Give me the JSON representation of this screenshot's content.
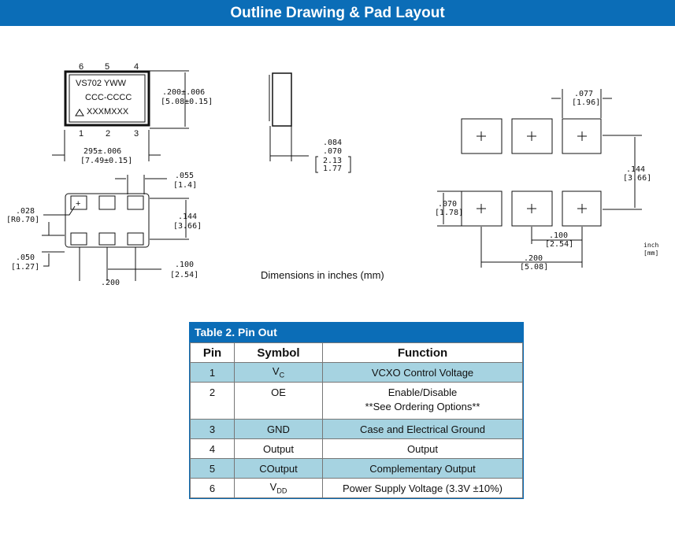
{
  "header": {
    "title": "Outline Drawing & Pad Layout"
  },
  "drawing": {
    "pin_numbers_top": [
      "6",
      "5",
      "4"
    ],
    "pin_numbers_bottom": [
      "1",
      "2",
      "3"
    ],
    "marking": [
      "VS702  YWW",
      "CCC-CCCC",
      "XXXMXXX"
    ],
    "dims": {
      "height_in": ".200±.006",
      "height_mm": "[5.08±0.15]",
      "width_in": "295±.006",
      "width_mm": "[7.49±0.15]",
      "pad_w_in": ".055",
      "pad_w_mm": "[1.4]",
      "pitch_in": ".144",
      "pitch_mm": "[3.66]",
      "radius_in": ".028",
      "radius_mm": "[R0.70]",
      "gap_in": ".050",
      "gap_mm": "[1.27]",
      "pitch2_in": ".100",
      "pitch2_mm": "[2.54]",
      "pitch3_in": ".200",
      "thick_in_max": ".084",
      "thick_in_min": ".070",
      "thick_mm_max": "2.13",
      "thick_mm_min": "1.77"
    },
    "pad_dims": {
      "w_in": ".077",
      "w_mm": "[1.96]",
      "pitch_in": ".144",
      "pitch_mm": "[3.66]",
      "h_in": ".070",
      "h_mm": "[1.78]",
      "p1_in": ".100",
      "p1_mm": "[2.54]",
      "p2_in": ".200",
      "p2_mm": "[5.08]",
      "units1": "inch",
      "units2": "[mm]"
    },
    "note": "Dimensions in inches (mm)"
  },
  "table": {
    "title": "Table 2. Pin Out",
    "headers": [
      "Pin",
      "Symbol",
      "Function"
    ],
    "rows": [
      {
        "pin": "1",
        "sym": "V",
        "sub": "C",
        "func": "VCXO Control Voltage"
      },
      {
        "pin": "2",
        "sym": "OE",
        "func": "Enable/Disable",
        "func2": "**See Ordering Options**"
      },
      {
        "pin": "3",
        "sym": "GND",
        "func": "Case and Electrical Ground"
      },
      {
        "pin": "4",
        "sym": "Output",
        "func": "Output"
      },
      {
        "pin": "5",
        "sym": "COutput",
        "func": "Complementary Output"
      },
      {
        "pin": "6",
        "sym": "V",
        "sub": "DD",
        "func": "Power Supply Voltage (3.3V ±10%)"
      }
    ]
  }
}
